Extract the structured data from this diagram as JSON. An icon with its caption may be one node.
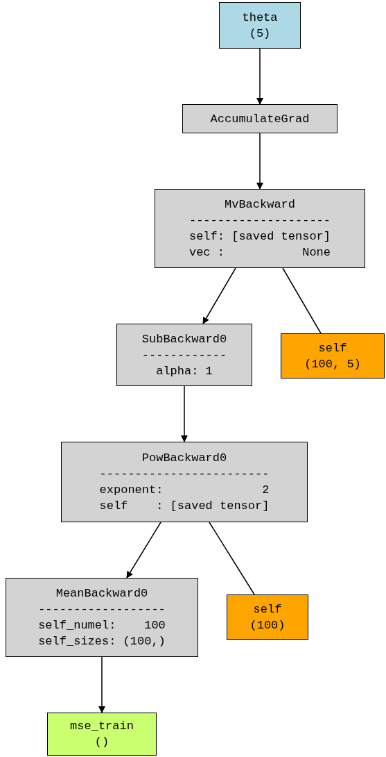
{
  "diagram": {
    "nodes": [
      {
        "text": [
          "theta",
          "(5)"
        ]
      },
      {
        "text": [
          "AccumulateGrad"
        ]
      },
      {
        "text": [
          "MvBackward",
          "--------------------",
          "self: [saved tensor]",
          "vec :           None"
        ]
      },
      {
        "text": [
          "SubBackward0",
          "------------",
          "alpha: 1"
        ]
      },
      {
        "text": [
          "self",
          "(100, 5)"
        ]
      },
      {
        "text": [
          "PowBackward0",
          "------------------------",
          "exponent:              2",
          "self    : [saved tensor]"
        ]
      },
      {
        "text": [
          "MeanBackward0",
          "------------------",
          "self_numel:    100",
          "self_sizes: (100,)"
        ]
      },
      {
        "text": [
          "self",
          "(100)"
        ]
      },
      {
        "text": [
          "mse_train",
          "()"
        ]
      }
    ],
    "edges": [
      {
        "from": 0,
        "to": 1,
        "arrow": "to"
      },
      {
        "from": 1,
        "to": 2,
        "arrow": "to"
      },
      {
        "from": 2,
        "to": 3,
        "arrow": "to"
      },
      {
        "from": 2,
        "to": 4,
        "arrow": "none"
      },
      {
        "from": 3,
        "to": 5,
        "arrow": "to"
      },
      {
        "from": 5,
        "to": 6,
        "arrow": "to"
      },
      {
        "from": 5,
        "to": 7,
        "arrow": "none"
      },
      {
        "from": 6,
        "to": 8,
        "arrow": "to"
      }
    ]
  }
}
